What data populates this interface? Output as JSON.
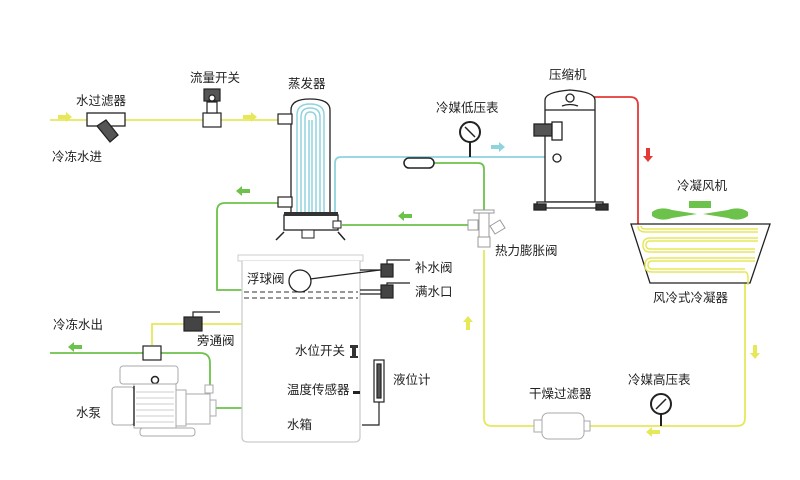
{
  "title": "冷水机工作原理图",
  "colors": {
    "chilled_water_in": "#e6e85a",
    "chilled_water_out": "#6cc24a",
    "refrigerant_low": "#8fd3dd",
    "refrigerant_hot": "#e53935",
    "refrigerant_liquid": "#e6e85a",
    "outline": "#222222"
  },
  "labels": {
    "chilled_water_in": "冷冻水进",
    "water_filter": "水过滤器",
    "flow_switch": "流量开关",
    "evaporator": "蒸发器",
    "low_pressure_gauge": "冷媒低压表",
    "compressor": "压缩机",
    "condenser_fan": "冷凝风机",
    "expansion_valve": "热力膨胀阀",
    "float_valve": "浮球阀",
    "makeup_valve": "补水阀",
    "overflow": "满水口",
    "chilled_water_out": "冷冻水出",
    "bypass_valve": "旁通阀",
    "level_switch": "水位开关",
    "temp_sensor": "温度传感器",
    "level_gauge": "液位计",
    "water_tank": "水箱",
    "water_pump": "水泵",
    "air_cooled_condenser": "风冷式冷凝器",
    "dryer_filter": "干燥过滤器",
    "high_pressure_gauge": "冷媒高压表"
  }
}
